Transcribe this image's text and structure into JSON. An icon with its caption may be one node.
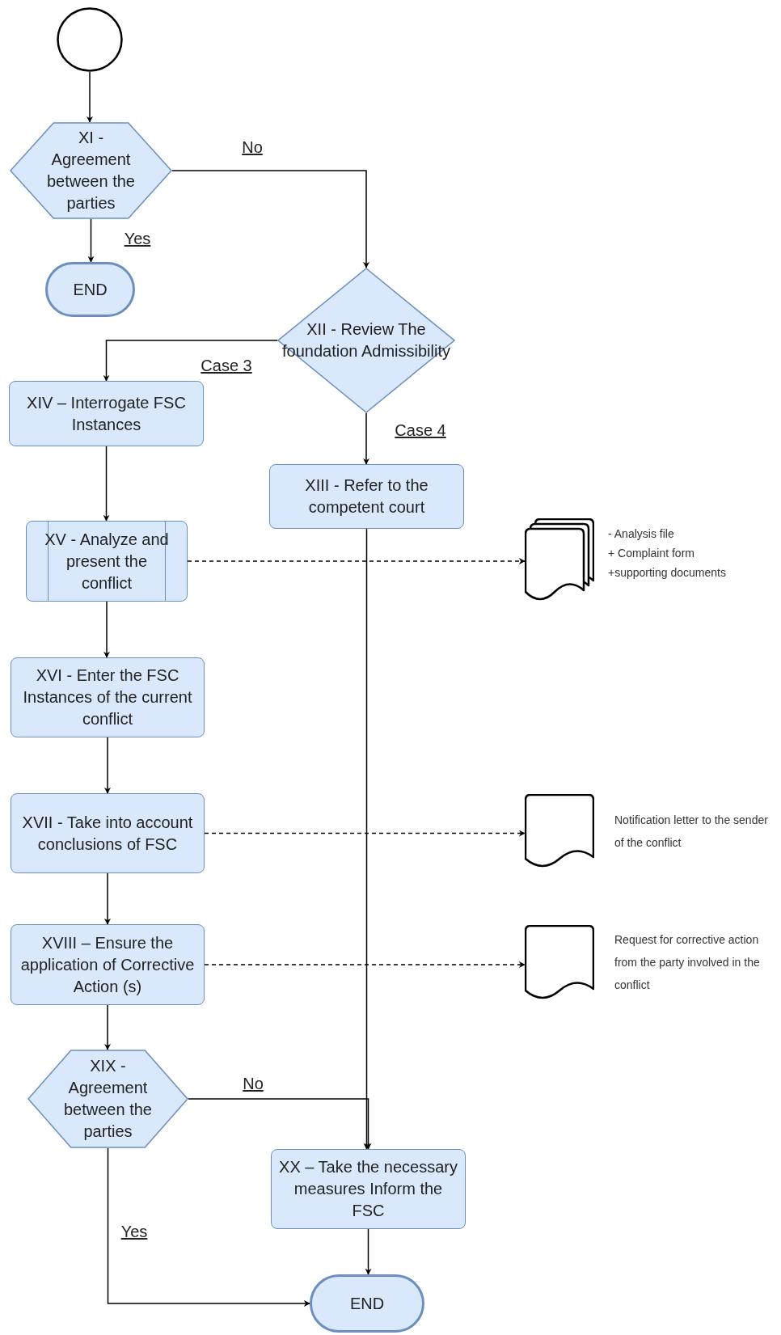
{
  "diagram": {
    "nodes": [
      {
        "text": [],
        "shape": "circle"
      },
      {
        "text": [
          "XI - Agreement between the parties"
        ]
      },
      {
        "text": [
          "END"
        ]
      },
      {
        "text": [
          "XII - Review The foundation Admissibility"
        ]
      },
      {
        "text": [
          "XIV – Interrogate FSC Instances"
        ]
      },
      {
        "text": [
          "XIII - Refer to the competent court"
        ]
      },
      {
        "text": [
          "XV - Analyze and present the conflict"
        ]
      },
      {
        "text": [
          "XVI - Enter the FSC Instances of the current conflict"
        ]
      },
      {
        "text": [
          "XVII - Take into account conclusions of FSC"
        ]
      },
      {
        "text": [
          "XVIII – Ensure the application of Corrective Action (s)"
        ]
      },
      {
        "text": [
          "XIX - Agreement between the parties"
        ]
      },
      {
        "text": [
          "XX – Take the necessary measures Inform the FSC"
        ]
      },
      {
        "text": [
          "END"
        ]
      },
      {
        "text": [],
        "shape": "document",
        "beside": [
          "- Analysis file",
          "+ Complaint form",
          "+supporting documents"
        ]
      },
      {
        "text": [],
        "shape": "document",
        "beside": [
          "Notification letter to the sender of the conflict"
        ]
      },
      {
        "text": [],
        "shape": "document",
        "beside": [
          "Request for corrective action from the party involved in the conflict"
        ]
      }
    ],
    "edges": [
      {
        "from": 0,
        "to": 1,
        "arrow": "to"
      },
      {
        "from": 1,
        "to": 2,
        "arrow": "to",
        "label": "Yes"
      },
      {
        "from": 1,
        "to": 3,
        "arrow": "to",
        "label": "No"
      },
      {
        "from": 3,
        "to": 4,
        "arrow": "to",
        "label": "Case 3"
      },
      {
        "from": 3,
        "to": 5,
        "arrow": "to",
        "label": "Case 4"
      },
      {
        "from": 4,
        "to": 6,
        "arrow": "to"
      },
      {
        "from": 6,
        "to": 7,
        "arrow": "to"
      },
      {
        "from": 7,
        "to": 8,
        "arrow": "to"
      },
      {
        "from": 8,
        "to": 9,
        "arrow": "to"
      },
      {
        "from": 9,
        "to": 10,
        "arrow": "to"
      },
      {
        "from": 6,
        "to": 13,
        "arrow": "to",
        "style": "dashed"
      },
      {
        "from": 8,
        "to": 14,
        "arrow": "to",
        "style": "dashed"
      },
      {
        "from": 9,
        "to": 15,
        "arrow": "to",
        "style": "dashed"
      },
      {
        "from": 5,
        "to": 11,
        "arrow": "to"
      },
      {
        "from": 10,
        "to": 11,
        "arrow": "to",
        "label": "No"
      },
      {
        "from": 10,
        "to": 12,
        "arrow": "to",
        "label": "Yes"
      },
      {
        "from": 11,
        "to": 12,
        "arrow": "to"
      }
    ]
  }
}
